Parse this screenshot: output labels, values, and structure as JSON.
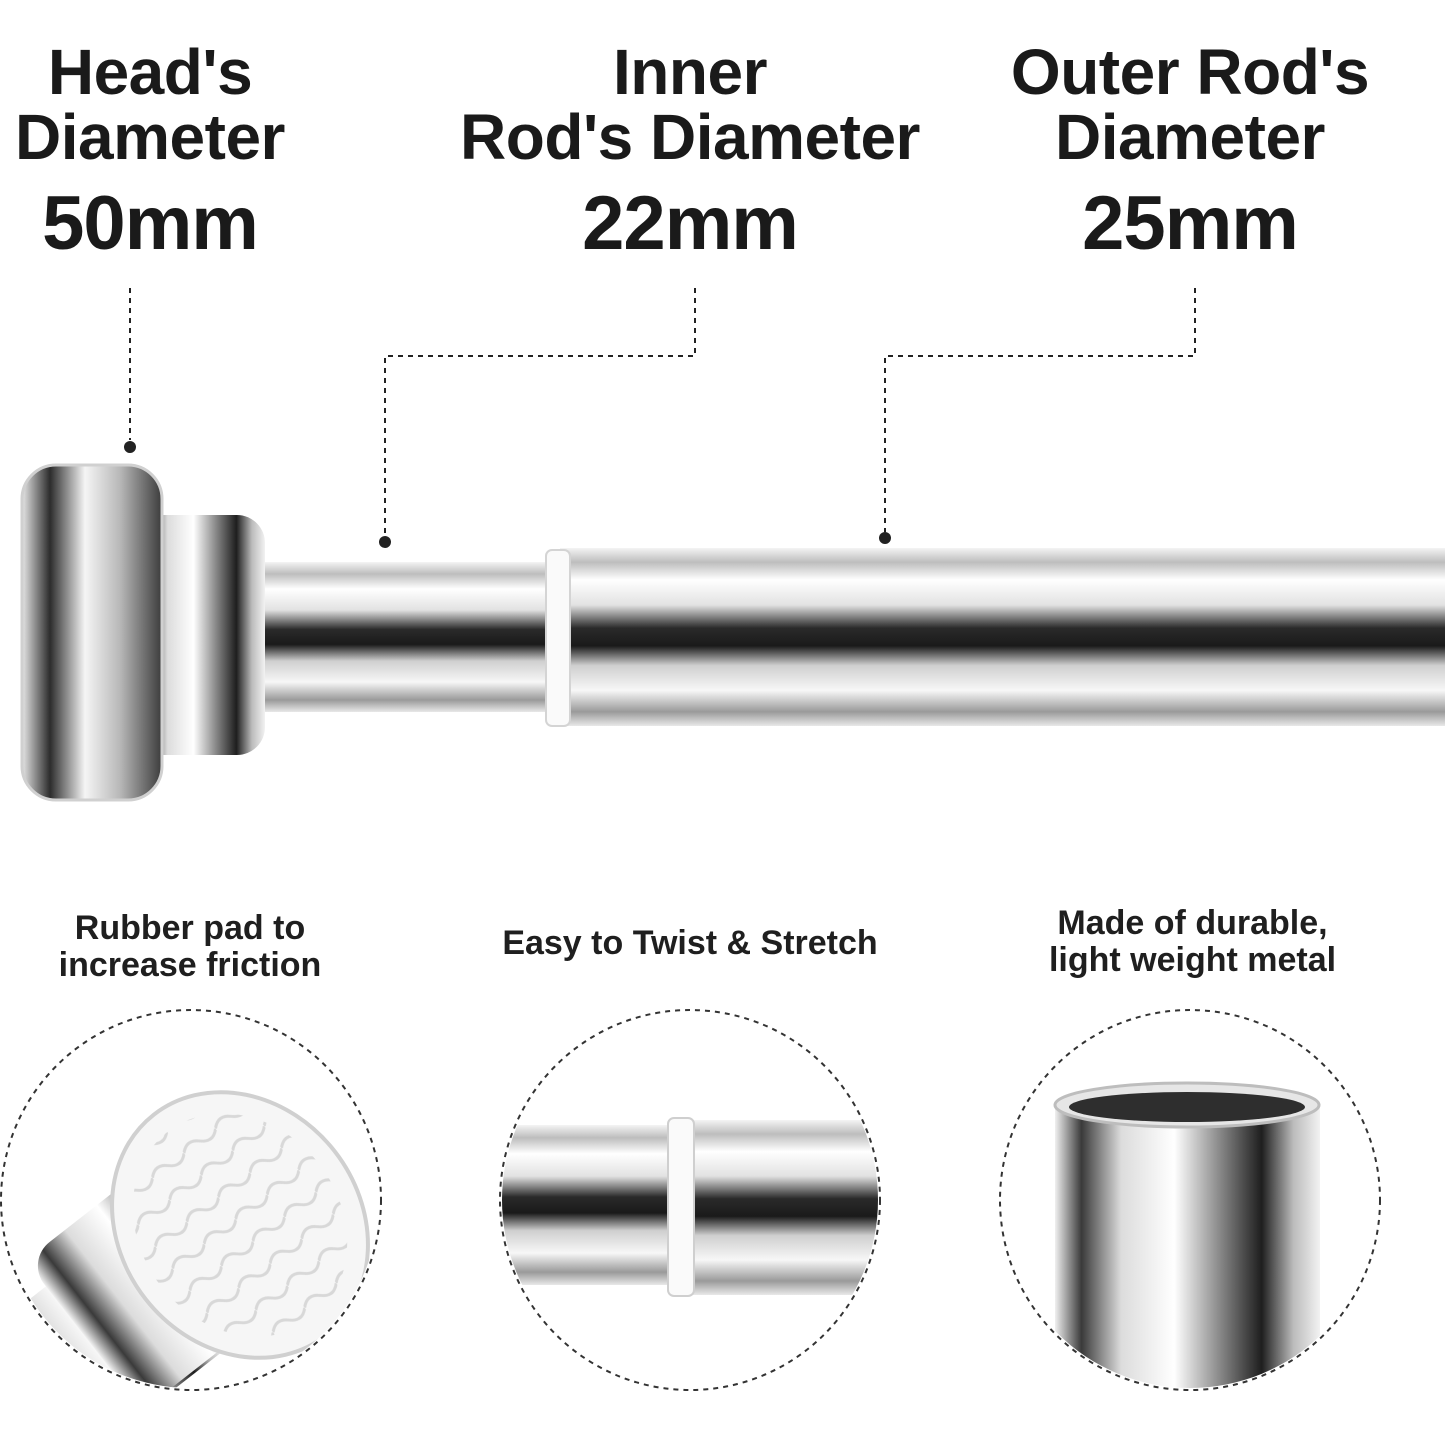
{
  "callouts": {
    "head": {
      "title": "Head's Diameter",
      "title_lines": [
        "Head's",
        "Diameter"
      ],
      "value": "50mm"
    },
    "inner": {
      "title": "Inner Rod's Diameter",
      "title_lines": [
        "Inner",
        "Rod's Diameter"
      ],
      "value": "22mm"
    },
    "outer": {
      "title": "Outer Rod's Diameter",
      "title_lines": [
        "Outer Rod's",
        "Diameter"
      ],
      "value": "25mm"
    }
  },
  "features": [
    {
      "lines": [
        "Rubber pad to",
        "increase friction"
      ]
    },
    {
      "lines": [
        "Easy to Twist & Stretch"
      ]
    },
    {
      "lines": [
        "Made of durable,",
        "light weight metal"
      ]
    }
  ],
  "colors": {
    "text": "#1a1a1a",
    "chrome_dark": "#2b2b2b",
    "chrome_light": "#f2f2f2",
    "rubber": "#f5f5f5"
  }
}
